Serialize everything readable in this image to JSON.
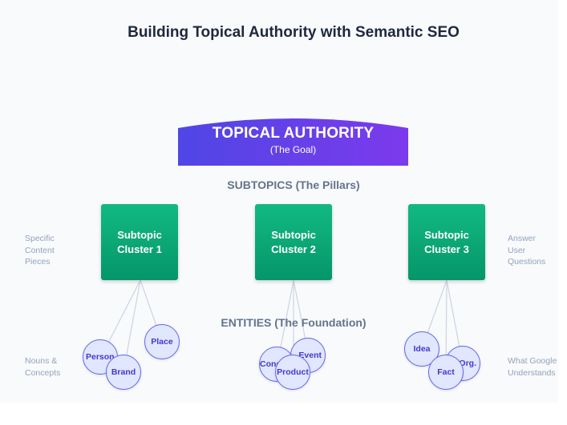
{
  "title": "Building Topical Authority with Semantic SEO",
  "goal": {
    "title": "TOPICAL AUTHORITY",
    "subtitle": "(The Goal)"
  },
  "subtopics_label": "SUBTOPICS (The Pillars)",
  "entities_label": "ENTITIES (The Foundation)",
  "clusters": [
    {
      "label_line1": "Subtopic",
      "label_line2": "Cluster 1"
    },
    {
      "label_line1": "Subtopic",
      "label_line2": "Cluster 2"
    },
    {
      "label_line1": "Subtopic",
      "label_line2": "Cluster 3"
    }
  ],
  "side_notes": {
    "left_top": [
      "Specific",
      "Content",
      "Pieces"
    ],
    "right_top": [
      "Answer",
      "User",
      "Questions"
    ],
    "left_bottom": [
      "Nouns &",
      "Concepts"
    ],
    "right_bottom": [
      "What Google",
      "Understands"
    ]
  },
  "entities": {
    "cluster1": [
      "Person",
      "Brand",
      "Place"
    ],
    "cluster2": [
      "Concept",
      "Event",
      "Product"
    ],
    "cluster3": [
      "Idea",
      "Org.",
      "Fact"
    ]
  },
  "colors": {
    "goal_gradient_start": "#4f46e5",
    "goal_gradient_end": "#7c3aed",
    "cluster_green": "#10b981",
    "entity_fill": "#e0e7ff",
    "entity_border": "#6366f1"
  }
}
